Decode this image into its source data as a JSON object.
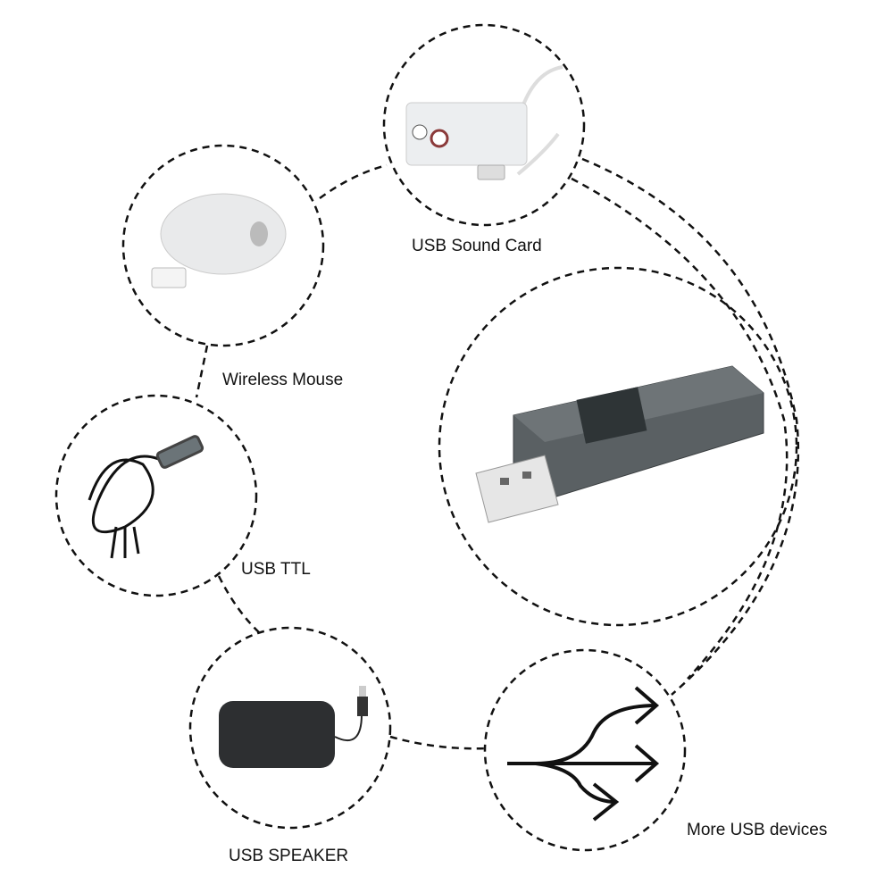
{
  "nodes": [
    {
      "id": "sound-card",
      "label": "USB Sound Card"
    },
    {
      "id": "wireless-mouse",
      "label": "Wireless Mouse"
    },
    {
      "id": "usb-ttl",
      "label": "USB TTL"
    },
    {
      "id": "usb-speaker",
      "label": "USB SPEAKER"
    },
    {
      "id": "more-devices",
      "label": "More USB devices"
    }
  ],
  "colors": {
    "line": "#111111",
    "device_body": "#4a4f52",
    "background": "#ffffff"
  },
  "icons": [
    "split-arrows-icon"
  ]
}
